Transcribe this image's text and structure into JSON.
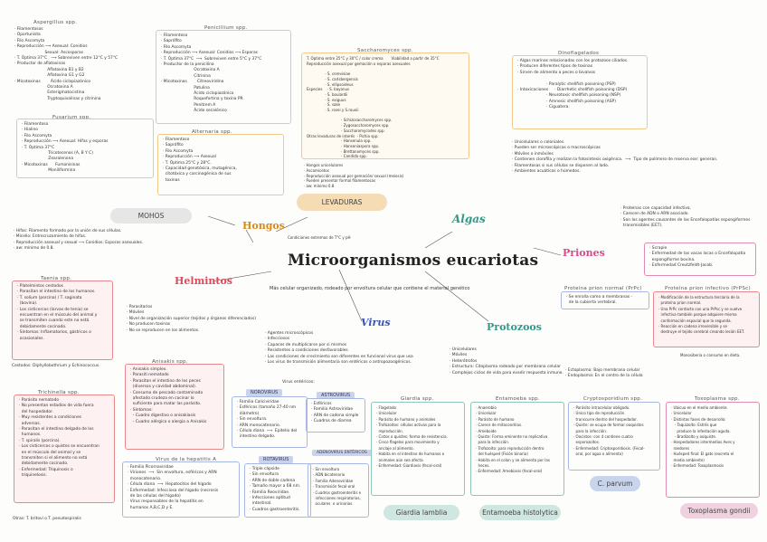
{
  "title": "Microorganismos eucariotas",
  "definition": "Más celular organizado, rodeado por envoltura celular que contiene el material genético",
  "branches": {
    "hongos": "Hongos",
    "algas": "Algas",
    "priones": "Priones",
    "helmintos": "Helmintos",
    "virus": "Virus",
    "protozoos": "Protozoos"
  },
  "hongos": {
    "mohos_label": "MOHOS",
    "levaduras_label": "LEVADURAS",
    "hongos_note": "Condiciones extremas de T°C y pH",
    "mohos_desc": "· Hifas: Filamento formado por la unión de sus células.\n· Micelio: Entrecruzamiento de hifas.\n· Reproducción asexual y sexual ⟶ Conidios: Esporas asexuales.\n· aw: mínimo de 0.8.",
    "levaduras_desc": "· Hongos unicelulares\n· Ascomicetos\n· Reproducción asexual por gemación/ sexual (meiosis)\n· Pueden presentar formal filamentosas\n· aw: mínimo 0.8",
    "aspergillus": {
      "title": "Aspergillus spp.",
      "text": "· Filamentosos\n· Oportunista\n· Filo Ascomyta\n· Reproducción ⟶ Asexual: Conidios\n                        Sexual: Ascosporas\n· T. Óptima 37°C   ⟶ Sobreviven entre 12°C y 57°C\n· Productor de aflatoxinas\n                          Aflatoxina B1 y B2\n                          Aflatoxina G1 y G2\n· Micotoxinas        Ácido ciclopiazónico\n                          Ocratoxina A\n                          Esterigmatocistina\n                          Tryptoquivalinas y citrinina"
    },
    "penicillium": {
      "title": "Penicillium spp.",
      "text": "· Filamentoso\n· Saprófito\n· Filo Ascomyta\n· Reproducción ⟶ Asexual: Conidios ⟶ Esporas\n· T. Óptima 37°C  ⟶  Sobreviven entre 5°C y 37°C\n· Productor de la penicilina\n                          Ocratoxina A\n                          Citrinina\n· Micotoxinas        Citreoviridina\n                          Patulina\n                          Ácido ciclopiazónico\n                          Roquefortina y toxina PR\n                          Penitrem A\n                          Ácido secalónico"
    },
    "fusarium": {
      "title": "Fusarium spp.",
      "text": "· Filamentoso\n· Hialino\n· Filo Ascomyta\n· Reproducción ⟶ Asexual: Hifas y esporas\n· T. Óptima 37°C\n                     Tricotecenos (A, B Y C)\n                     Zearalenona\n· Micotoxinas      Fumonisinas\n                     Moniliformina"
    },
    "alternaria": {
      "title": "Alternaria spp.",
      "text": "· Filamentoso\n· Saprófito\n· Filo Ascomyta\n· Reproducción ⟶ Asexual\n· T. Óptima 25°C y 28°C.\n· Capacidad genotóxica, mutagénica,\n  citotóxica y carcinogénica de sus\n  toxinas"
    },
    "saccharomyces": {
      "title": "Saccharomyces spp.",
      "text": "T. Óptima entre 25°C y 30°C / color crema       Viabilidad a partir de 35°C\nReproducción asexual por gemación o esporas asexuales\n\n                · S. cerevisiae\n                · S. carlsbergensis\n                · S. ellipsoideus\nEspecies    · S. bayanus\n                · S. boulardii\n                · S. exiguus\n                · S. sake\n                · S. rosei y S.rouxii\n\n                              · Schizosaccharomyces spp.\n                              · Zygosaccharomyces spp.\n                              · Saccharomycodes spp.\nOtras levaduras de interés  · Pichia spp.\n                              · Hansenula spp.\n                              · Hanseniaspora spp.\n                              · Brettanomyces spp.\n                              · Candida spp.  "
    }
  },
  "algas": {
    "dinoflagelados_title": "Dinoflagelados",
    "dinoflagelados": "· Algas marinas relacionadas con los protozoos ciliados.\n· Producen diferentes tipos de toxinas\n· Sirven de alimento a peces o bivalvos\n\n                       · Paralytic shellfish poisoning (PSP)\n· Intoxicaciones     · Diarrhetic shellfish poisoning (DSP)\n                       · Neurotoxic shellfish poisoning (NSP)\n                       · Amnesic shellfish poisoning (ASP)\n                       · Ciguatera.",
    "general": "· Unicelulares o coloniales.\n· Pueden ser microscópicas o macroscópicas\n· Móviles o inmóviles\n· Contienen clorofila y realizan la fotosíntesis oxigénica.  ⟶  Tipo de polímero de reserva ese: generan.\n· Filamentosas si sus células se disponen al lado.\n· Ambientes acuáticos o húmedos."
  },
  "priones": {
    "general": "· Proteínas con capacidad infectiva.\n· Carecen de ADN o ARN asociado.\n· Son los agentes causantes de las Encefalopatías espongiformes\n  transmisibles (EET).",
    "diseases": "· Scrapie\n· Enfermedad de las vacas locas o Encefalopatía\n  espongiforme bovina.\n· Enfermedad Creutzfeldt-Jacob.",
    "normal_title": "Proteína prion normal (PrPc)",
    "normal": "· Se enrolla como α membranas -\n  de la cubierta vertebral.",
    "infect_title": "Proteína prion infectivo (PrPSc)",
    "infect": "· Modificación de la estructura terciaria de la\n  proteína prion normal.\n· Una PrPc contacto con una PrPsc y se vuelve\n  infectiva también porque adquiere misma\n  conformación espacial que la segunda.\n· Reacción en cadena irreversible y se\n  destruye el tejido cerebral creando lesión EET.",
    "infect_note": "Monosiberia o consumo en dieta."
  },
  "helmintos": {
    "general": "· Parasitarios\n· Móviles\n· Nivel de organización superior (tejidos y órganos diferenciados)\n· No producen toxinas\n· No se reproducen en los alimentos.",
    "taenia": {
      "title": "Taenia spp.",
      "text": "· Platelmintos cestodos\n· Parasitan el intestino de los humanos.\n· T. solium (porcina) / T. saginata\n  (bovina).\n· Los cisticercos (larvas de tenia) se\n  encuentran en el músculo del animal y\n  se transmiten cuando este no está\n  debidamente cocinado.\n· Síntomas: Inflamatorios, gástricos o\n  ocasionales."
    },
    "taenia_note": "Cestodos: Diphyllobothrium y Echinococcus.",
    "anisakis": {
      "title": "Anisakis spp.",
      "text": "· Anisakis simplex.\n· Parasiti nematodo\n· Parasitan el intestino de los peces\n  (diversos y cavidad abdominal).\n· Consumo de pescado contaminado\n  afectado crudeza en cocinar lo\n  suficiente para matar las parásito.\n· Síntomas:\n  - Cuadro digestivo o anisakiasis\n  - Cuadro alérgico o alergia a Anisakis"
    },
    "trichinella": {
      "title": "Trichinella spp.",
      "text": "· Parásito nematodo\n· No presentan estadios de vida fuera\n  del hospedador.\n· Muy resistentes a condiciones\n  adversas.\n· Parasitan el intestino delgado de los\n  humanos.\n· T. spiralis (porcina).\n· Los cisticercos o quistes se encuentran\n  en el músculo del animal y se\n  transmiten si el alimento no está\n  debidamente cocinado.\n· Enfermedad: Triquinosis o\n  triquinelosis."
    },
    "trichinella_note": "Otras: T. britovi o T. pseudospiralis"
  },
  "virus": {
    "general": "· Agentes microscópicos\n· Infecciosos\n· Capaces de multiplicarse por si mismos\n· Resistentes a condiciones desfavorables\n· Las condiciones de crecimiento son diferentes en funcional virus que usa\n· Los virus de transmisión alimentaria son entéricos o antropozoogénicos.",
    "enteric_label": "Virus entéricos:",
    "norovirus": {
      "title": "NOROVIRUS",
      "text": "· Familia Caliciviridae\n· Esféricos (tamaño 27-40 nm\n  diámetro)\n· Sin envoltura.\n· ARN monocatenario.\n· Célula diana  ⟶  Epitelio del\n  intestino delgado."
    },
    "astrovirus": {
      "title": "ASTROVIRUS",
      "text": "· Esféricos\n· Familia Astroviridae\n· ARN de cadena simple\n· Cuadros de diarrea"
    },
    "rotavirus": {
      "title": "ROTAVIRUS",
      "text": "· Triple cápside\n· Sin envoltura\n· ARN de doble cadena\n· Tamaño mayor a 68 nm.\n· Familia Reoviridae.\n· Infecciones aptitud\n  intestinal.\n· Cuadros gastroenteritis."
    },
    "adenovirus": {
      "title": "ADENOVIRUS ENTÉRICOS",
      "text": "· Sin envoltura\n· ADN bicatenario\n· Familia Adenoviridae\n· Transmisión fecal-oral\n· Cuadros gastroenteritis e\n  infecciones respiratorias,\n  oculares  o urinarias."
    },
    "hepatitis": {
      "title": "Virus de la hepatitis A",
      "text": "· Familia Picornaviridae\n· Viriones  ⟶  Sin envoltura, esféricos y ARN\n  monocatenario.\n· Célula diana  ⟶  Hepatocitos del hígado\n· Enfermedad: Infecciosa del hígado (necrosis\n  de las células del hígado)\n· Virus responsables de la hepatitis en\n  humanos A,B,C,D y E."
    }
  },
  "protozoos": {
    "general": "· Unicelulares\n· Móviles\n· Heterótrofos\n· Estructura: Citoplasma rodeado por membrana celular\n· Complejos ciclos de vida para evadir respuesta inmune.",
    "ecto": "· Ectoplasma: Bajo membrana celular\n· Endoplasma: En el centro de la célula",
    "giardia": {
      "title": "Giardia spp.",
      "text": "· Flagelado\n· Unicelular\n· Parásito de humano y animales\n· Trofozoítos: células activas para la\n  reproducción.\n· Cistos o quistes: forma de resistencia.\n· Cinco flagelos para movimiento y\n  anclaje al alimento.\n· Habita en el intestino de humanos o\n  animales aún sea afecta.\n· Enfermedad: Giardiasis (fecal-oral)",
      "label": "Giardia lamblia"
    },
    "entamoeba": {
      "title": "Entamoeba spp.",
      "text": "· Anaerobio\n· Unicelular\n· Parásito de humano\n· Carece de mitocondrias.\n· Ameboide\n· Quiste: Forma eminente no replicativa\n  para la infección.\n· Trofozoíto: para reproducción dentro\n  del huésped (Fisión binaria)\n· Habita en el colon y se alimenta por las\n  heces.\n· Enfermedad: Amebiasis (fecal-oral)",
      "label": "Entamoeba histolytica"
    },
    "cryptosporidium": {
      "title": "Cryptosporidium spp.",
      "text": "· Parásito intracelular obligado.\n· Único tipo de reproducción\n  transcurre dentro del hospedador.\n· Quiste: se ocupa de formar ooquistes\n  para la infección.\n· Oocistos: con 4 contiene cuatro\n  esporozoítos.\n· Enfermedad: Criptosporidiosis. (Fecal-\n  oral, por agua o alimento)",
      "label": "C. parvum"
    },
    "toxoplasma": {
      "title": "Toxoplasma spp.",
      "text": "· Ubicuo en el medio ambiente.\n· Unicelular\n· Distintas fases de desarrollo:\n   - Taquizoíto: Estrés que\n     produce la infestación aguda.\n   - Bradizoíto y ooquiste.\n· Hospedadores intermedios Aves y\n  roedores\n· Huésped final: El gato (excreta el\n  medio ambiente)\n· Enfermedad: Toxoplasmosis",
      "label": "Toxoplasma gondii"
    }
  },
  "colors": {
    "helmintos": "#d94a5a",
    "hongos": "#d98a1c",
    "algas": "#2f9a8a",
    "priones": "#d94a8a",
    "virus": "#3a52b8",
    "protozoos": "#2f9a8a"
  }
}
